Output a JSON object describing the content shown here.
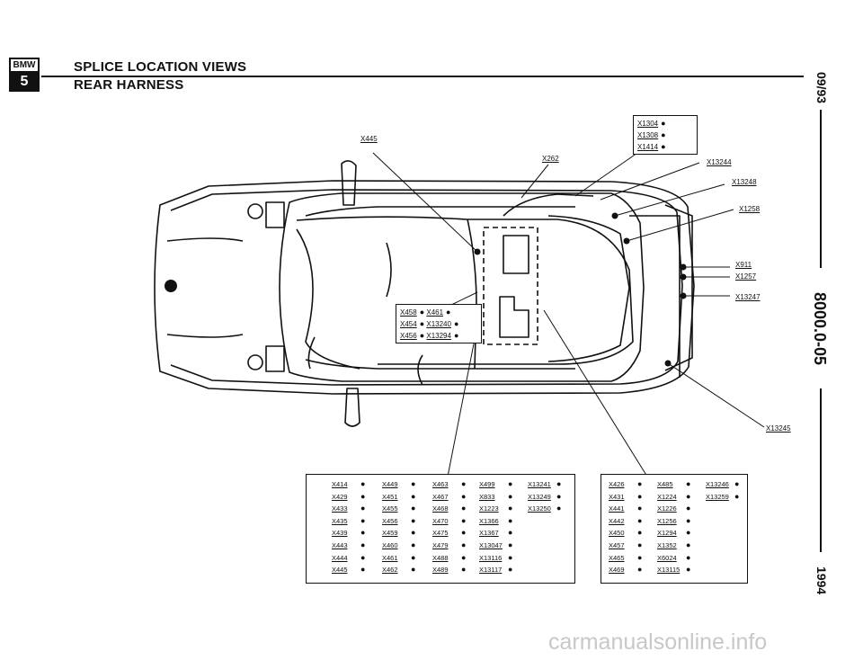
{
  "header": {
    "logo_top": "BMW",
    "logo_num": "5",
    "title": "SPLICE LOCATION VIEWS",
    "subtitle": "REAR HARNESS"
  },
  "side": {
    "date": "09/93",
    "page": "8000.0-05",
    "year": "1994"
  },
  "callouts": {
    "x445": "X445",
    "x262": "X262",
    "x13244": "X13244",
    "x13248": "X13248",
    "x1258": "X1258",
    "x911": "X911",
    "x1257": "X1257",
    "x13247": "X13247",
    "x13245": "X13245"
  },
  "box_top_right": [
    "X1304",
    "X1308",
    "X1414"
  ],
  "box_center": [
    [
      "X458",
      "X461"
    ],
    [
      "X454",
      "X13240"
    ],
    [
      "X456",
      "X13294"
    ]
  ],
  "table_left": [
    [
      "X414",
      "X429",
      "X433",
      "X435",
      "X439",
      "X443",
      "X444",
      "X445"
    ],
    [
      "X449",
      "X451",
      "X455",
      "X456",
      "X459",
      "X460",
      "X461",
      "X462"
    ],
    [
      "X463",
      "X467",
      "X468",
      "X470",
      "X475",
      "X479",
      "X488",
      "X489"
    ],
    [
      "X499",
      "X833",
      "X1223",
      "X1366",
      "X1367",
      "X13047",
      "X13116",
      "X13117"
    ],
    [
      "X13241",
      "X13249",
      "X13250"
    ]
  ],
  "table_right": [
    [
      "X426",
      "X431",
      "X441",
      "X442",
      "X450",
      "X457",
      "X465",
      "X469"
    ],
    [
      "X485",
      "X1224",
      "X1226",
      "X1256",
      "X1294",
      "X1352",
      "X6024",
      "X13115"
    ],
    [
      "X13246",
      "X13259"
    ]
  ],
  "bullet": "●",
  "watermark": "carmanualsonline.info"
}
